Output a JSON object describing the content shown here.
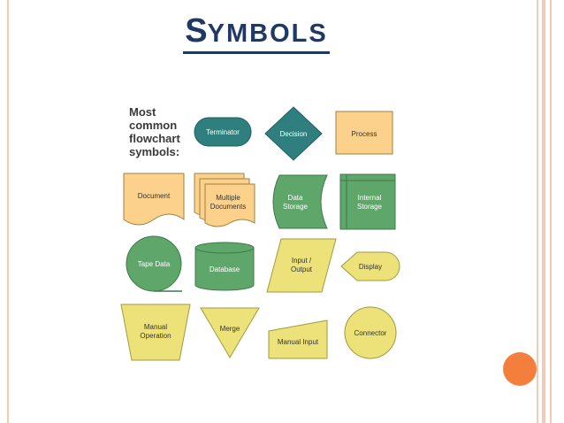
{
  "slide": {
    "title_first_letter": "S",
    "title_rest": "YMBOLS",
    "legend": "Most common flowchart symbols:"
  },
  "symbols": {
    "terminator": "Terminator",
    "decision": "Decision",
    "process": "Process",
    "document": "Document",
    "multiple_documents": [
      "Multiple",
      "Documents"
    ],
    "data_storage": [
      "Data",
      "Storage"
    ],
    "internal_storage": [
      "Internal",
      "Storage"
    ],
    "tape_data": "Tape Data",
    "database": "Database",
    "input_output": [
      "Input /",
      "Output"
    ],
    "display": "Display",
    "manual_operation": [
      "Manual",
      "Operation"
    ],
    "merge": "Merge",
    "manual_input": "Manual Input",
    "connector": "Connector"
  },
  "colors": {
    "teal": "#2f7f7f",
    "orange_fill": "#fbd18b",
    "green_fill": "#5fa66b",
    "yellow_fill": "#ede27a",
    "title_blue": "#1f3864",
    "accent_orange": "#f47f3d"
  }
}
